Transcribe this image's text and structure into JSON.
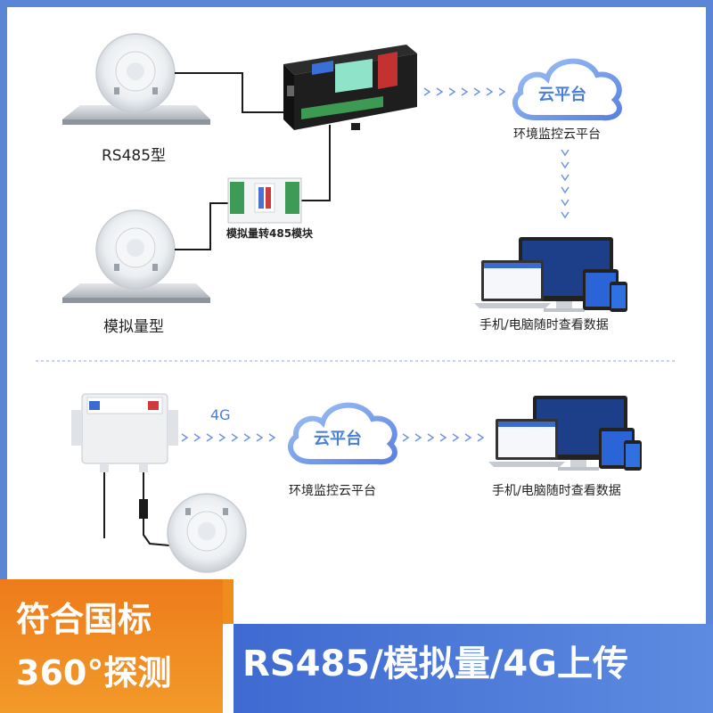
{
  "diagram": {
    "top": {
      "sensor1_label": "RS485型",
      "sensor2_label": "模拟量型",
      "module_label": "模拟量转485模块",
      "cloud_text": "云平台",
      "cloud_label": "环境监控云平台",
      "devices_label": "手机/电脑随时查看数据"
    },
    "bottom": {
      "link_label": "4G",
      "cloud_text": "云平台",
      "cloud_label": "环境监控云平台",
      "devices_label": "手机/电脑随时查看数据"
    }
  },
  "banner": {
    "left_line1": "符合国标",
    "left_line2": "360°探测",
    "right_text": "RS485/模拟量/4G上传"
  },
  "colors": {
    "frame": "#5b86d6",
    "accent_orange": "#f08c1c",
    "accent_blue": "#4a7fd8",
    "arrow": "#6f95e0"
  }
}
